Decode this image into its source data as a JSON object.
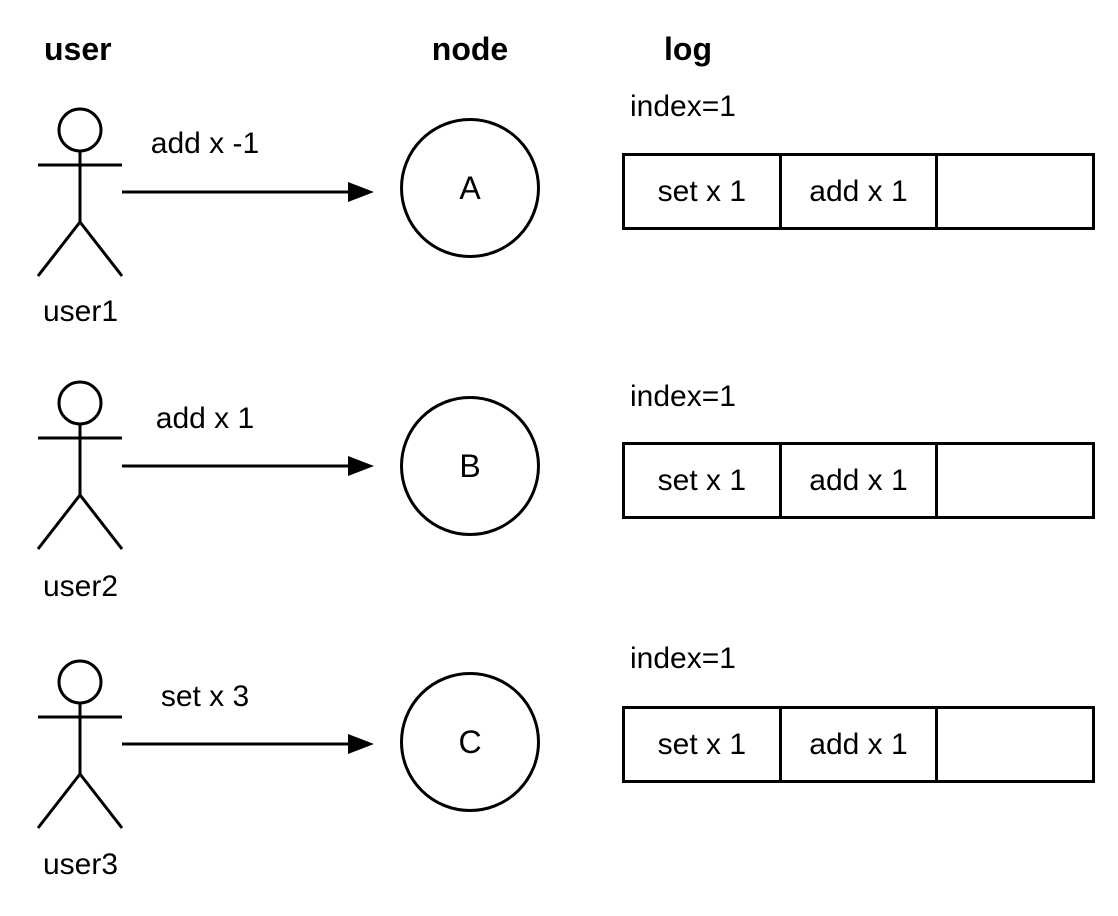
{
  "page": {
    "background_color": "#ffffff",
    "stroke_color": "#000000",
    "text_color": "#000000"
  },
  "headers": {
    "user": "user",
    "node": "node",
    "log": "log"
  },
  "rows": [
    {
      "user_label": "user1",
      "message": "add x -1",
      "node_label": "A",
      "log": {
        "index_label": "index=1",
        "cells": [
          "set x 1",
          "add x 1",
          ""
        ]
      }
    },
    {
      "user_label": "user2",
      "message": "add x 1",
      "node_label": "B",
      "log": {
        "index_label": "index=1",
        "cells": [
          "set x 1",
          "add x 1",
          ""
        ]
      }
    },
    {
      "user_label": "user3",
      "message": "set x 3",
      "node_label": "C",
      "log": {
        "index_label": "index=1",
        "cells": [
          "set x 1",
          "add x 1",
          ""
        ]
      }
    }
  ],
  "icons": {
    "actor": "stick-figure-icon",
    "arrow": "arrow-right-icon"
  }
}
